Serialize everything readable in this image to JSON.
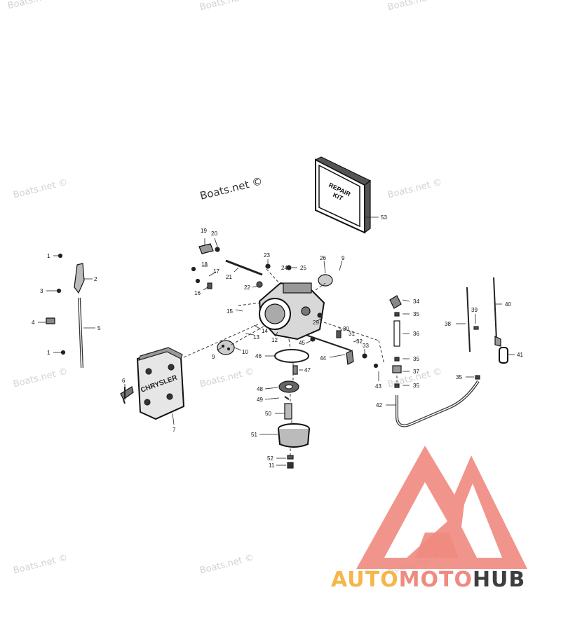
{
  "watermarks": {
    "text": "Boats.net ©"
  },
  "repair_kit": {
    "line1": "REPAIR",
    "line2": "KIT"
  },
  "air_box_brand": "CHRYSLER",
  "logo": {
    "part1": "AUTO",
    "part2": "MOTO",
    "part3": "HUB",
    "color_red": "#f08a80",
    "color_orange": "#f5b64a",
    "color_gray": "#3e3e3e"
  },
  "callouts": [
    {
      "id": "c1a",
      "text": "1"
    },
    {
      "id": "c2",
      "text": "2"
    },
    {
      "id": "c3",
      "text": "3"
    },
    {
      "id": "c4",
      "text": "4"
    },
    {
      "id": "c5",
      "text": "5"
    },
    {
      "id": "c1b",
      "text": "1"
    },
    {
      "id": "c6",
      "text": "6"
    },
    {
      "id": "c7",
      "text": "7"
    },
    {
      "id": "c9a",
      "text": "9"
    },
    {
      "id": "c10",
      "text": "10"
    },
    {
      "id": "c12",
      "text": "12"
    },
    {
      "id": "c13",
      "text": "13"
    },
    {
      "id": "c14",
      "text": "14"
    },
    {
      "id": "c15",
      "text": "15"
    },
    {
      "id": "c16",
      "text": "16"
    },
    {
      "id": "c17",
      "text": "17"
    },
    {
      "id": "c18",
      "text": "18"
    },
    {
      "id": "c19",
      "text": "19"
    },
    {
      "id": "c20",
      "text": "20"
    },
    {
      "id": "c21",
      "text": "21"
    },
    {
      "id": "c22",
      "text": "22"
    },
    {
      "id": "c23",
      "text": "23"
    },
    {
      "id": "c24",
      "text": "24"
    },
    {
      "id": "c25",
      "text": "25"
    },
    {
      "id": "c26",
      "text": "26"
    },
    {
      "id": "c9b",
      "text": "9"
    },
    {
      "id": "c29",
      "text": "29"
    },
    {
      "id": "c30",
      "text": "30"
    },
    {
      "id": "c31",
      "text": "31"
    },
    {
      "id": "c32",
      "text": "32"
    },
    {
      "id": "c33",
      "text": "33"
    },
    {
      "id": "c34",
      "text": "34"
    },
    {
      "id": "c35a",
      "text": "35"
    },
    {
      "id": "c36",
      "text": "36"
    },
    {
      "id": "c35b",
      "text": "35"
    },
    {
      "id": "c37",
      "text": "37"
    },
    {
      "id": "c35c",
      "text": "35"
    },
    {
      "id": "c35d",
      "text": "35"
    },
    {
      "id": "c38",
      "text": "38"
    },
    {
      "id": "c39",
      "text": "39"
    },
    {
      "id": "c40",
      "text": "40"
    },
    {
      "id": "c41",
      "text": "41"
    },
    {
      "id": "c42",
      "text": "42"
    },
    {
      "id": "c43",
      "text": "43"
    },
    {
      "id": "c44",
      "text": "44"
    },
    {
      "id": "c45",
      "text": "45"
    },
    {
      "id": "c46",
      "text": "46"
    },
    {
      "id": "c47",
      "text": "47"
    },
    {
      "id": "c48",
      "text": "48"
    },
    {
      "id": "c49",
      "text": "49"
    },
    {
      "id": "c50",
      "text": "50"
    },
    {
      "id": "c51",
      "text": "51"
    },
    {
      "id": "c52",
      "text": "52"
    },
    {
      "id": "c11",
      "text": "11"
    },
    {
      "id": "c53",
      "text": "53"
    }
  ]
}
